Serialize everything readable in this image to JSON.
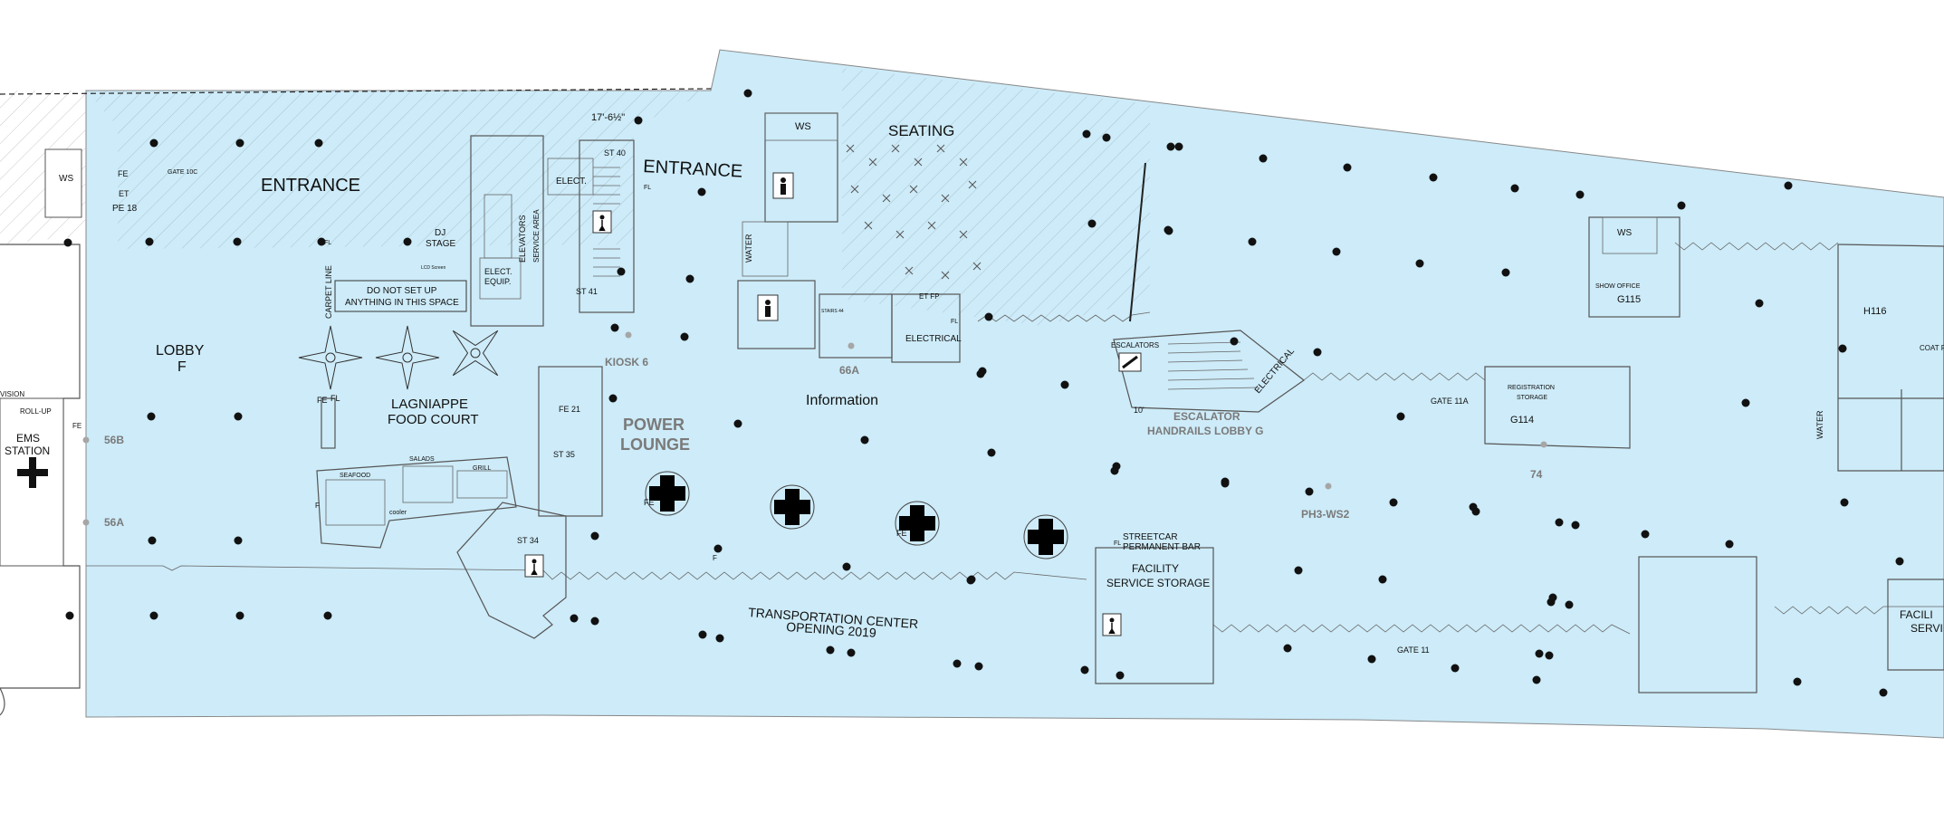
{
  "labels": {
    "entrance_left": "ENTRANCE",
    "entrance_center": "ENTRANCE",
    "seating": "SEATING",
    "lobby": "LOBBY",
    "lobby_letter": "F",
    "dj_stage_1": "DJ",
    "dj_stage_2": "STAGE",
    "do_not_setup_1": "DO NOT SET UP",
    "do_not_setup_2": "ANYTHING IN THIS SPACE",
    "carpet_line": "CARPET LINE",
    "food_court_1": "LAGNIAPPE",
    "food_court_2": "FOOD COURT",
    "grill": "GRILL",
    "salads": "SALADS",
    "seafood": "SEAFOOD",
    "cooler": "cooler",
    "ems_1": "EMS",
    "ems_2": "STATION",
    "roll_up": "ROLL-UP",
    "vision": "VISION",
    "ws_left": "WS",
    "ws_center": "WS",
    "ws_right": "WS",
    "gate_10c": "GATE 10C",
    "et": "ET",
    "pe18": "PE 18",
    "fe": "FE",
    "fl": "FL",
    "f": "F",
    "dimension": "17'-6½\"",
    "elect": "ELECT.",
    "elect_equip_1": "ELECT.",
    "elect_equip_2": "EQUIP.",
    "elevators": "ELEVATORS",
    "service_area": "SERVICE AREA",
    "st40": "ST 40",
    "st41": "ST 41",
    "st34": "ST 34",
    "st35": "ST 35",
    "fe21": "FE 21",
    "water_left": "WATER",
    "water_right": "WATER",
    "stairs44": "STAIRS 44",
    "electrical_center": "ELECTRICAL",
    "electrical_right": "ELECTRICAL",
    "et_fp": "ET FP",
    "escalators": "ESCALATORS",
    "escalator_1": "ESCALATOR",
    "escalator_2": "HANDRAILS LOBBY G",
    "ten_ft": "10'",
    "kiosk6": "KIOSK 6",
    "power_1": "POWER",
    "power_2": "LOUNGE",
    "b66a": "66A",
    "information": "Information",
    "b56b": "56B",
    "b56a": "56A",
    "ph3": "PH3-WS2",
    "b74": "74",
    "gate11a": "GATE 11A",
    "gate11": "GATE 11",
    "reg_1": "REGISTRATION",
    "reg_2": "STORAGE",
    "g114": "G114",
    "show_office": "SHOW OFFICE",
    "g115": "G115",
    "h116": "H116",
    "coat": "COAT R",
    "streetcar_1": "STREETCAR",
    "streetcar_2": "PERMANENT BAR",
    "facility_1": "FACILITY",
    "facility_2": "SERVICE STORAGE",
    "facility_right_1": "FACILI",
    "facility_right_2": "SERVI",
    "transport_1": "TRANSPORTATION CENTER",
    "transport_2": "OPENING 2019",
    "lcd": "LCD Screen"
  },
  "colors": {
    "floor": "#cdebf8",
    "wall": "#555555",
    "column": "#111111",
    "booth_marker": "#a6a6a6",
    "power_label": "#7a7a7a"
  }
}
